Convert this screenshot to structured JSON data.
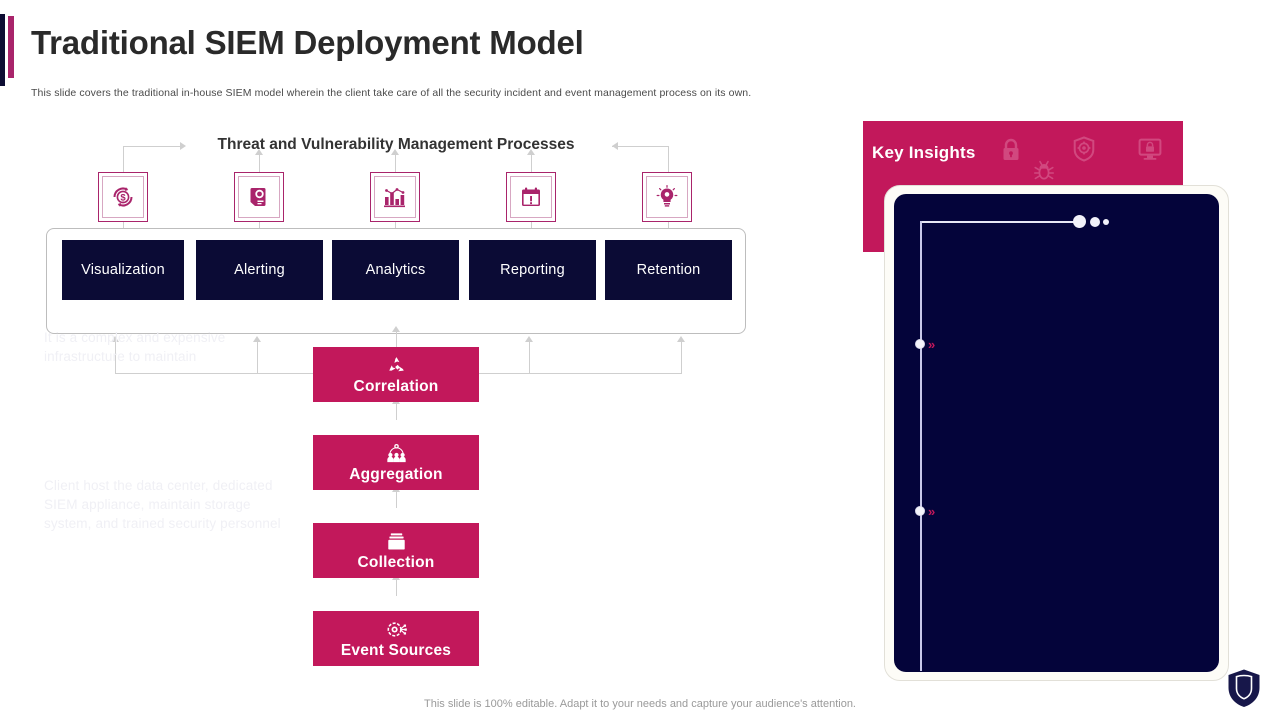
{
  "header": {
    "title": "Traditional SIEM Deployment Model",
    "subtitle": "This slide covers the traditional in-house SIEM model wherein the client take care of all the security incident and event management process on its own.",
    "accent_navy": "#0d0d33",
    "accent_pink": "#a9246b"
  },
  "diagram": {
    "process_title": "Threat and Vulnerability Management Processes",
    "icons": [
      {
        "name": "dollar-refresh-icon",
        "label": "Cost Management"
      },
      {
        "name": "report-document-icon",
        "label": "Incident Report"
      },
      {
        "name": "bar-chart-trend-icon",
        "label": "Analytics Chart"
      },
      {
        "name": "calendar-alert-icon",
        "label": "Scheduled Alert"
      },
      {
        "name": "lightbulb-idea-icon",
        "label": "Insight"
      }
    ],
    "capabilities": [
      {
        "label": "Visualization"
      },
      {
        "label": "Alerting"
      },
      {
        "label": "Analytics"
      },
      {
        "label": "Reporting"
      },
      {
        "label": "Retention"
      }
    ],
    "pipeline": [
      {
        "label": "Correlation",
        "icon": "recycle-icon"
      },
      {
        "label": "Aggregation",
        "icon": "people-group-icon"
      },
      {
        "label": "Collection",
        "icon": "box-stack-icon"
      },
      {
        "label": "Event Sources",
        "icon": "network-node-icon"
      }
    ],
    "colors": {
      "dark_box": "#0b0b35",
      "pink_box": "#c2185b",
      "connector": "#cfcfcf",
      "icon_border": "#a9246b"
    }
  },
  "key_insights": {
    "title": "Key Insights",
    "header_color": "#c2185b",
    "panel_color": "#04043a",
    "watermark_icons": [
      "padlock-icon",
      "bug-icon",
      "shield-gear-icon",
      "monitor-lock-icon"
    ],
    "items": [
      {
        "text": "It is a complex and expensive infrastructure  to maintain"
      },
      {
        "text": "Client host the data center, dedicated SIEM appliance, maintain storage system,  and trained security personnel"
      }
    ]
  },
  "footer": {
    "note": "This slide is 100% editable. Adapt it to your needs and capture your audience's attention.",
    "brand_icon": "shield-logo"
  }
}
